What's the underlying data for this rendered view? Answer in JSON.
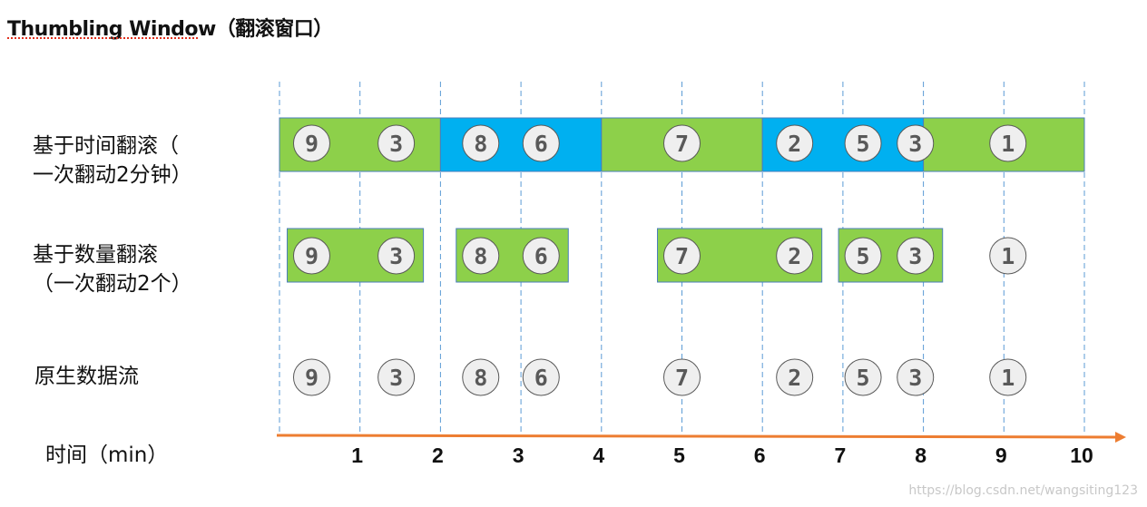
{
  "title": "Thumbling Window（翻滚窗口）",
  "labels": {
    "time_window": [
      "基于时间翻滚（",
      "一次翻动2分钟）"
    ],
    "count_window": [
      "基于数量翻滚",
      "（一次翻动2个）"
    ],
    "raw_stream": "原生数据流",
    "time_axis": "时间（min）"
  },
  "axis_ticks": [
    "1",
    "2",
    "3",
    "4",
    "5",
    "6",
    "7",
    "8",
    "9",
    "10"
  ],
  "events": [
    {
      "value": "9",
      "time": 0.4
    },
    {
      "value": "3",
      "time": 1.45
    },
    {
      "value": "8",
      "time": 2.5
    },
    {
      "value": "6",
      "time": 3.25
    },
    {
      "value": "7",
      "time": 5.0
    },
    {
      "value": "2",
      "time": 6.4
    },
    {
      "value": "5",
      "time": 7.25
    },
    {
      "value": "3",
      "time": 7.9
    },
    {
      "value": "1",
      "time": 9.05
    }
  ],
  "time_windows": [
    {
      "start": 0,
      "end": 2,
      "color": "#8dd04a",
      "events": [
        "9",
        "3"
      ]
    },
    {
      "start": 2,
      "end": 4,
      "color": "#00b0f0",
      "events": [
        "8",
        "6"
      ]
    },
    {
      "start": 4,
      "end": 6,
      "color": "#8dd04a",
      "events": [
        "7"
      ]
    },
    {
      "start": 6,
      "end": 8,
      "color": "#00b0f0",
      "events": [
        "2",
        "5",
        "3"
      ]
    },
    {
      "start": 8,
      "end": 10,
      "color": "#8dd04a",
      "events": [
        "1"
      ]
    }
  ],
  "count_windows": [
    {
      "first_event": 0,
      "last_event": 1,
      "color": "#8dd04a"
    },
    {
      "first_event": 2,
      "last_event": 3,
      "color": "#8dd04a"
    },
    {
      "first_event": 4,
      "last_event": 5,
      "color": "#8dd04a"
    },
    {
      "first_event": 6,
      "last_event": 7,
      "color": "#8dd04a"
    }
  ],
  "colors": {
    "axis": "#ed7d31",
    "gridline": "#5b9bd5",
    "event_fill": "#efefef",
    "event_text": "#595959"
  },
  "watermark": "https://blog.csdn.net/wangsiting123"
}
